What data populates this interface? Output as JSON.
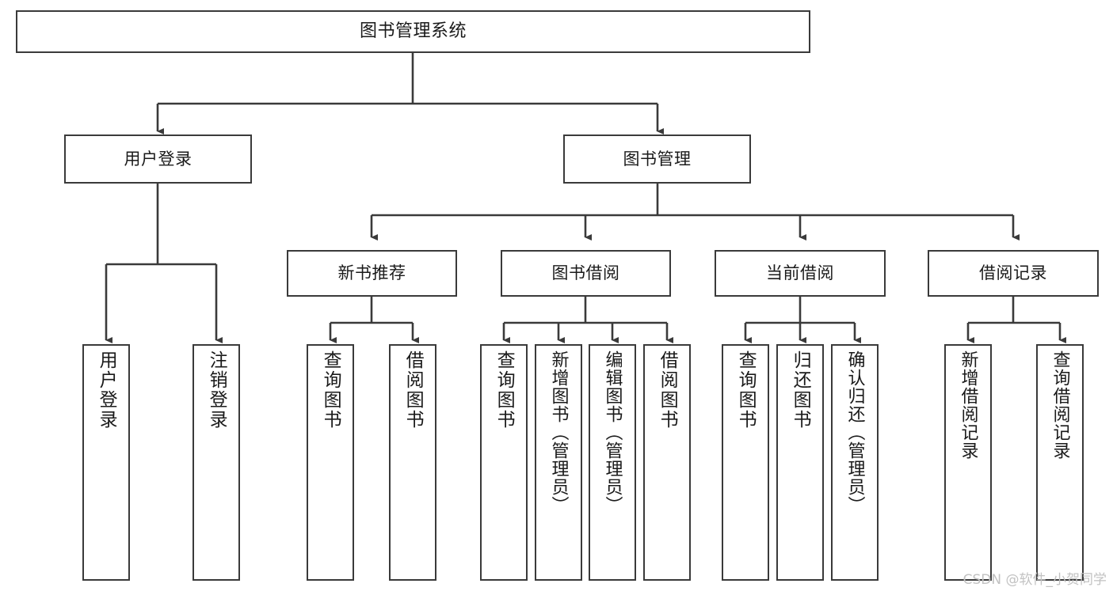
{
  "diagram": {
    "title": "图书管理系统",
    "stroke_color": "#3a3a3a",
    "fill_color": "#ffffff",
    "text_color": "#1a1a1a",
    "root": {
      "label": "图书管理系统"
    },
    "level2": [
      {
        "label": "用户登录"
      },
      {
        "label": "图书管理"
      }
    ],
    "level3": [
      {
        "label": "新书推荐"
      },
      {
        "label": "图书借阅"
      },
      {
        "label": "当前借阅"
      },
      {
        "label": "借阅记录"
      }
    ],
    "leaves": [
      {
        "label": "用户登录"
      },
      {
        "label": "注销登录"
      },
      {
        "label": "查询图书"
      },
      {
        "label": "借阅图书"
      },
      {
        "label": "查询图书"
      },
      {
        "label": "新增图书（管理员）"
      },
      {
        "label": "编辑图书（管理员）"
      },
      {
        "label": "借阅图书"
      },
      {
        "label": "查询图书"
      },
      {
        "label": "归还图书"
      },
      {
        "label": "确认归还（管理员）"
      },
      {
        "label": "新增借阅记录"
      },
      {
        "label": "查询借阅记录"
      }
    ]
  },
  "watermark": {
    "text": "CSDN @软件_小贺同学"
  }
}
